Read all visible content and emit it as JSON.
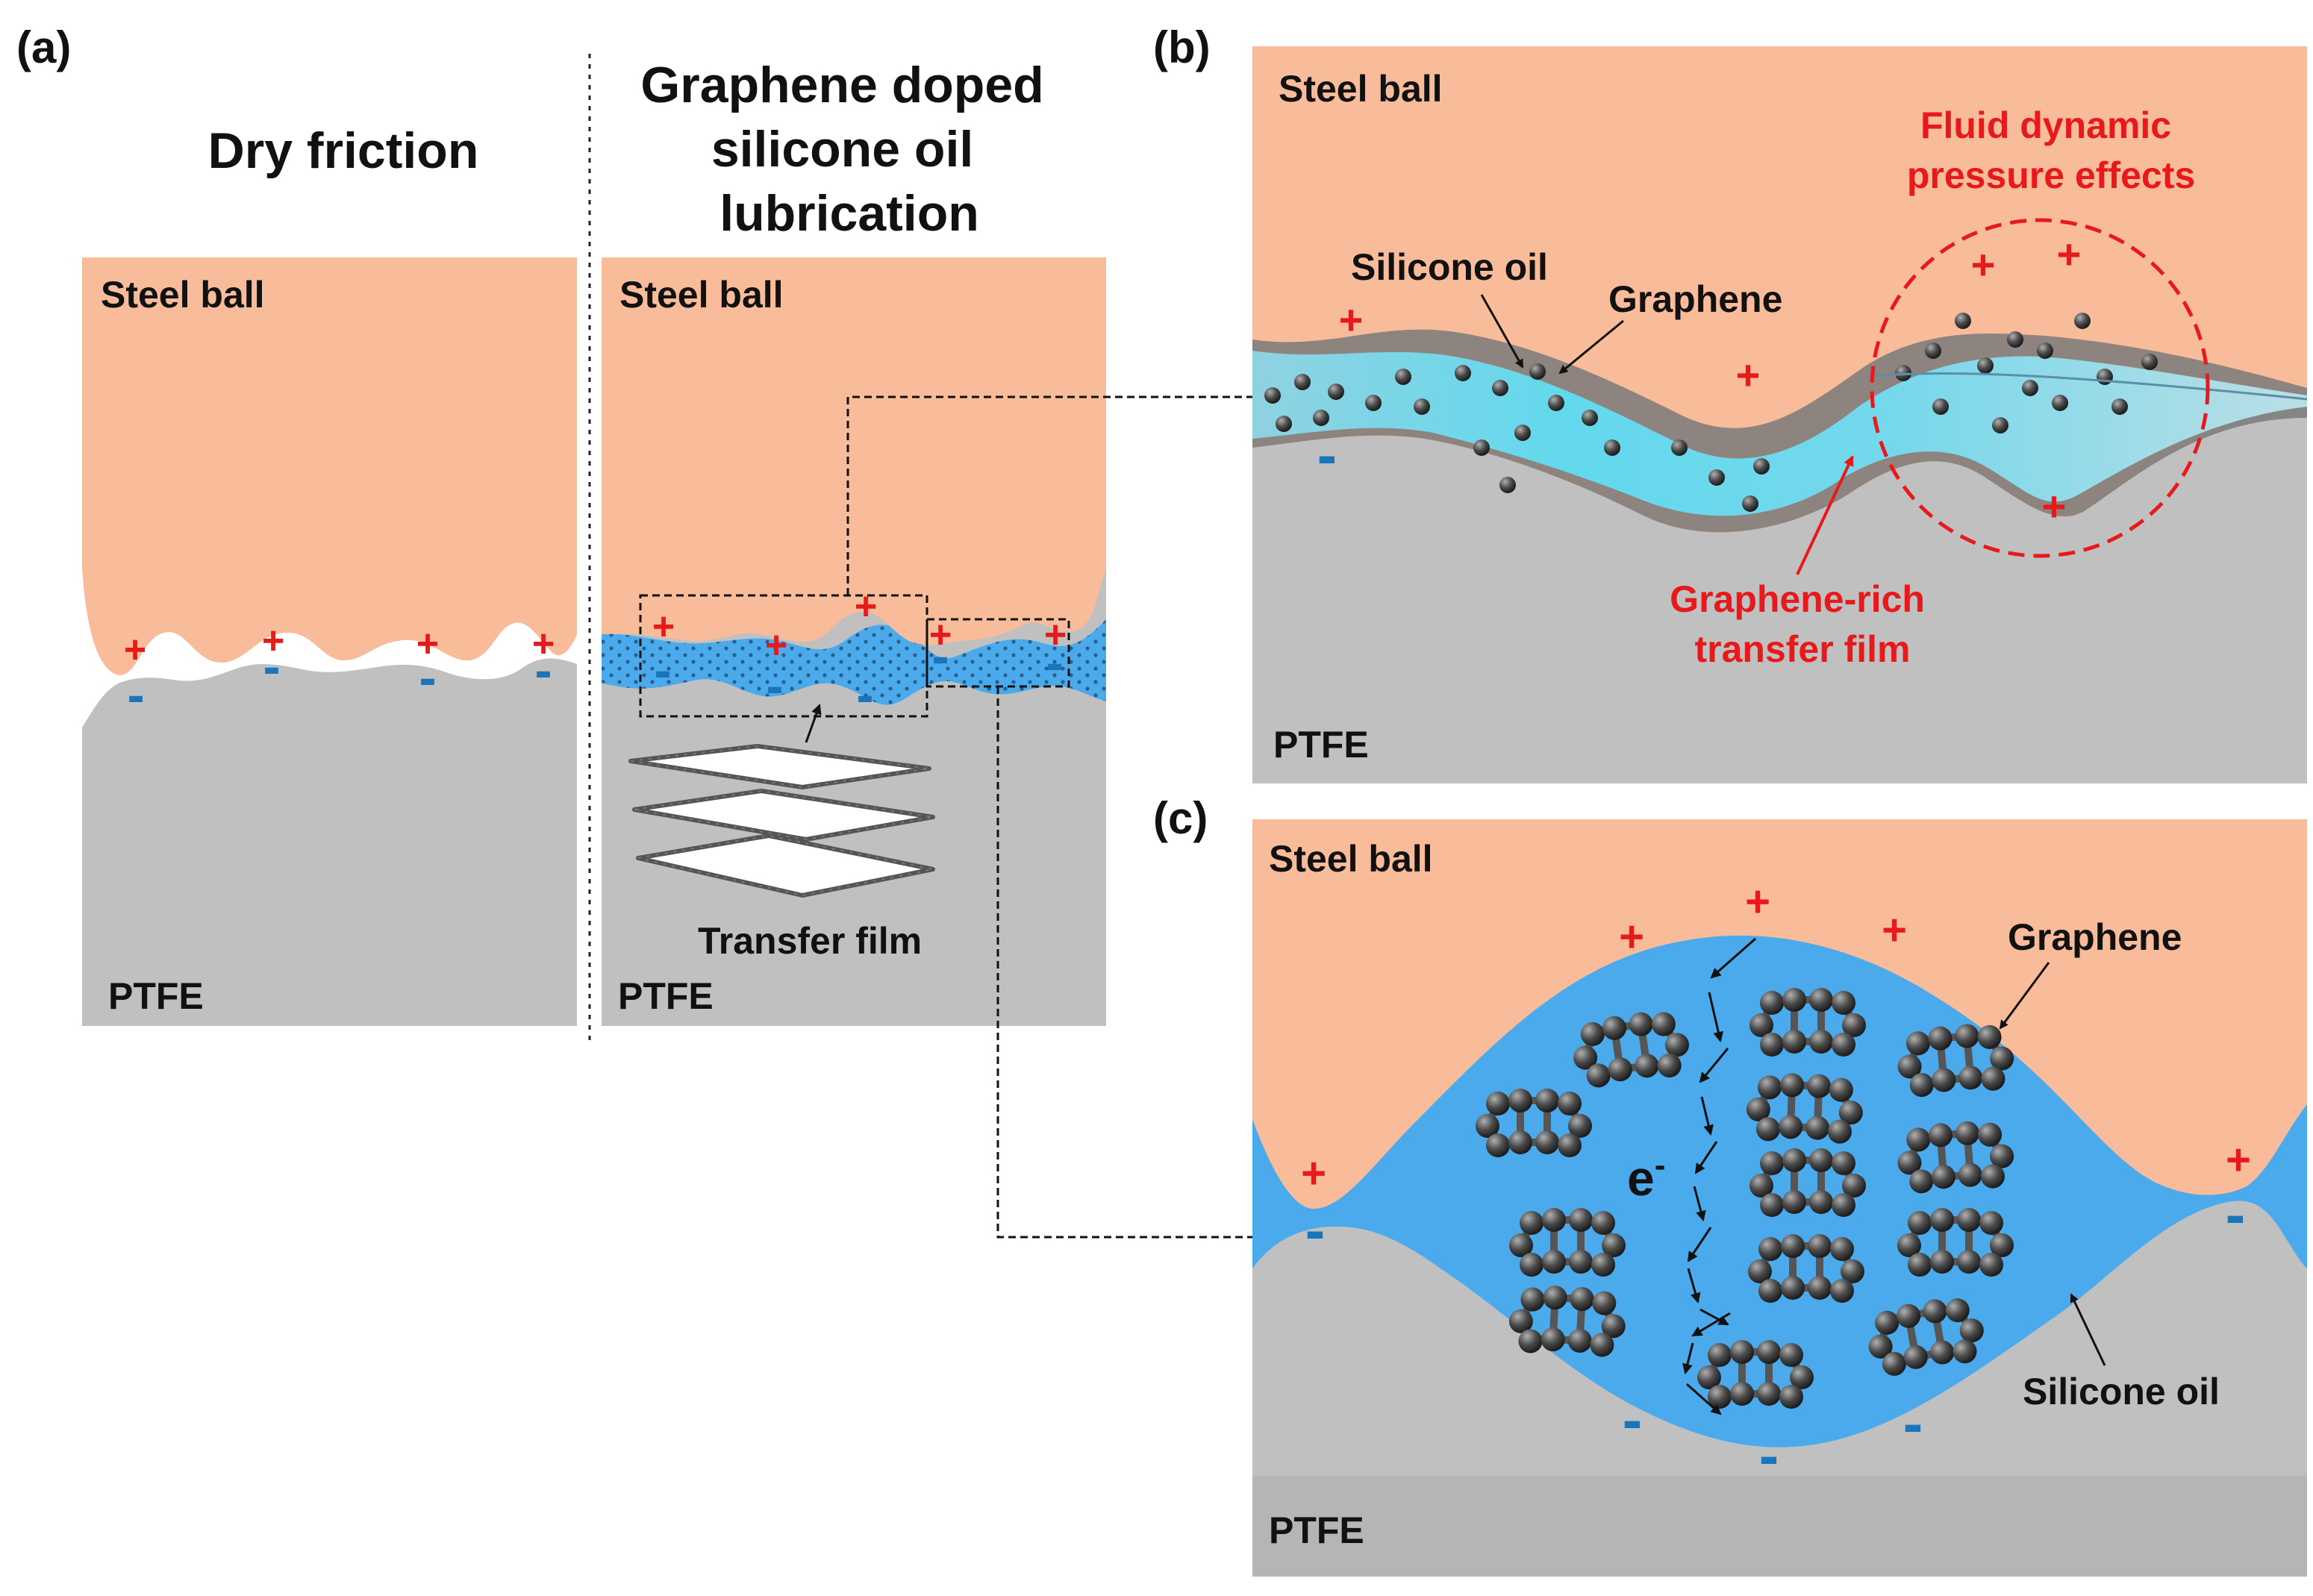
{
  "panel_a": {
    "tag": "(a)",
    "left_title": "Dry friction",
    "right_title_lines": [
      "Graphene doped",
      "silicone oil",
      "lubrication"
    ],
    "steel_ball": "Steel ball",
    "ptfe": "PTFE",
    "transfer_film": "Transfer film"
  },
  "panel_b": {
    "tag": "(b)",
    "steel_ball": "Steel ball",
    "ptfe": "PTFE",
    "silicone_oil": "Silicone oil",
    "graphene": "Graphene",
    "fluid_dynamic_lines": [
      "Fluid dynamic",
      "pressure effects"
    ],
    "transfer_film_lines": [
      "Graphene-rich",
      "transfer film"
    ]
  },
  "panel_c": {
    "tag": "(c)",
    "steel_ball": "Steel ball",
    "ptfe": "PTFE",
    "graphene": "Graphene",
    "silicone_oil": "Silicone oil",
    "electron": "e",
    "electron_sup": "-"
  },
  "symbols": {
    "plus": "+",
    "minus": "-"
  },
  "colors": {
    "steel": "#f9bc9b",
    "ptfe": "#c0c0c0",
    "oil": "#4aaaec",
    "oil_light": "#7fdcf4",
    "positive": "#e8191b",
    "negative": "#1b75bb",
    "annotation_red": "#e8191b",
    "graphene_ball": "#3b3b3b",
    "text": "#111111"
  }
}
